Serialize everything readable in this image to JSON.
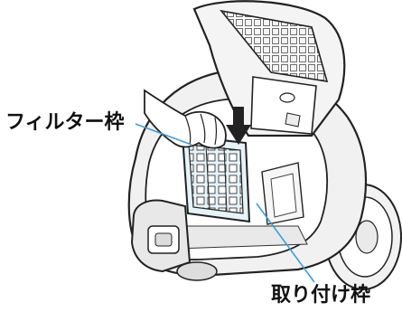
{
  "figure": {
    "image": "vacuum-cleaner-filter-frame-installation",
    "arrow_direction": "down"
  },
  "labels": {
    "filter_frame": "フィルター枠",
    "mounting_frame": "取り付け枠"
  },
  "colors": {
    "line": "#222222",
    "filter_fill": "#e6f3f9",
    "pointer_line": "#3aa0d8",
    "arrow": "#222222",
    "body_shade": "#efefef"
  }
}
